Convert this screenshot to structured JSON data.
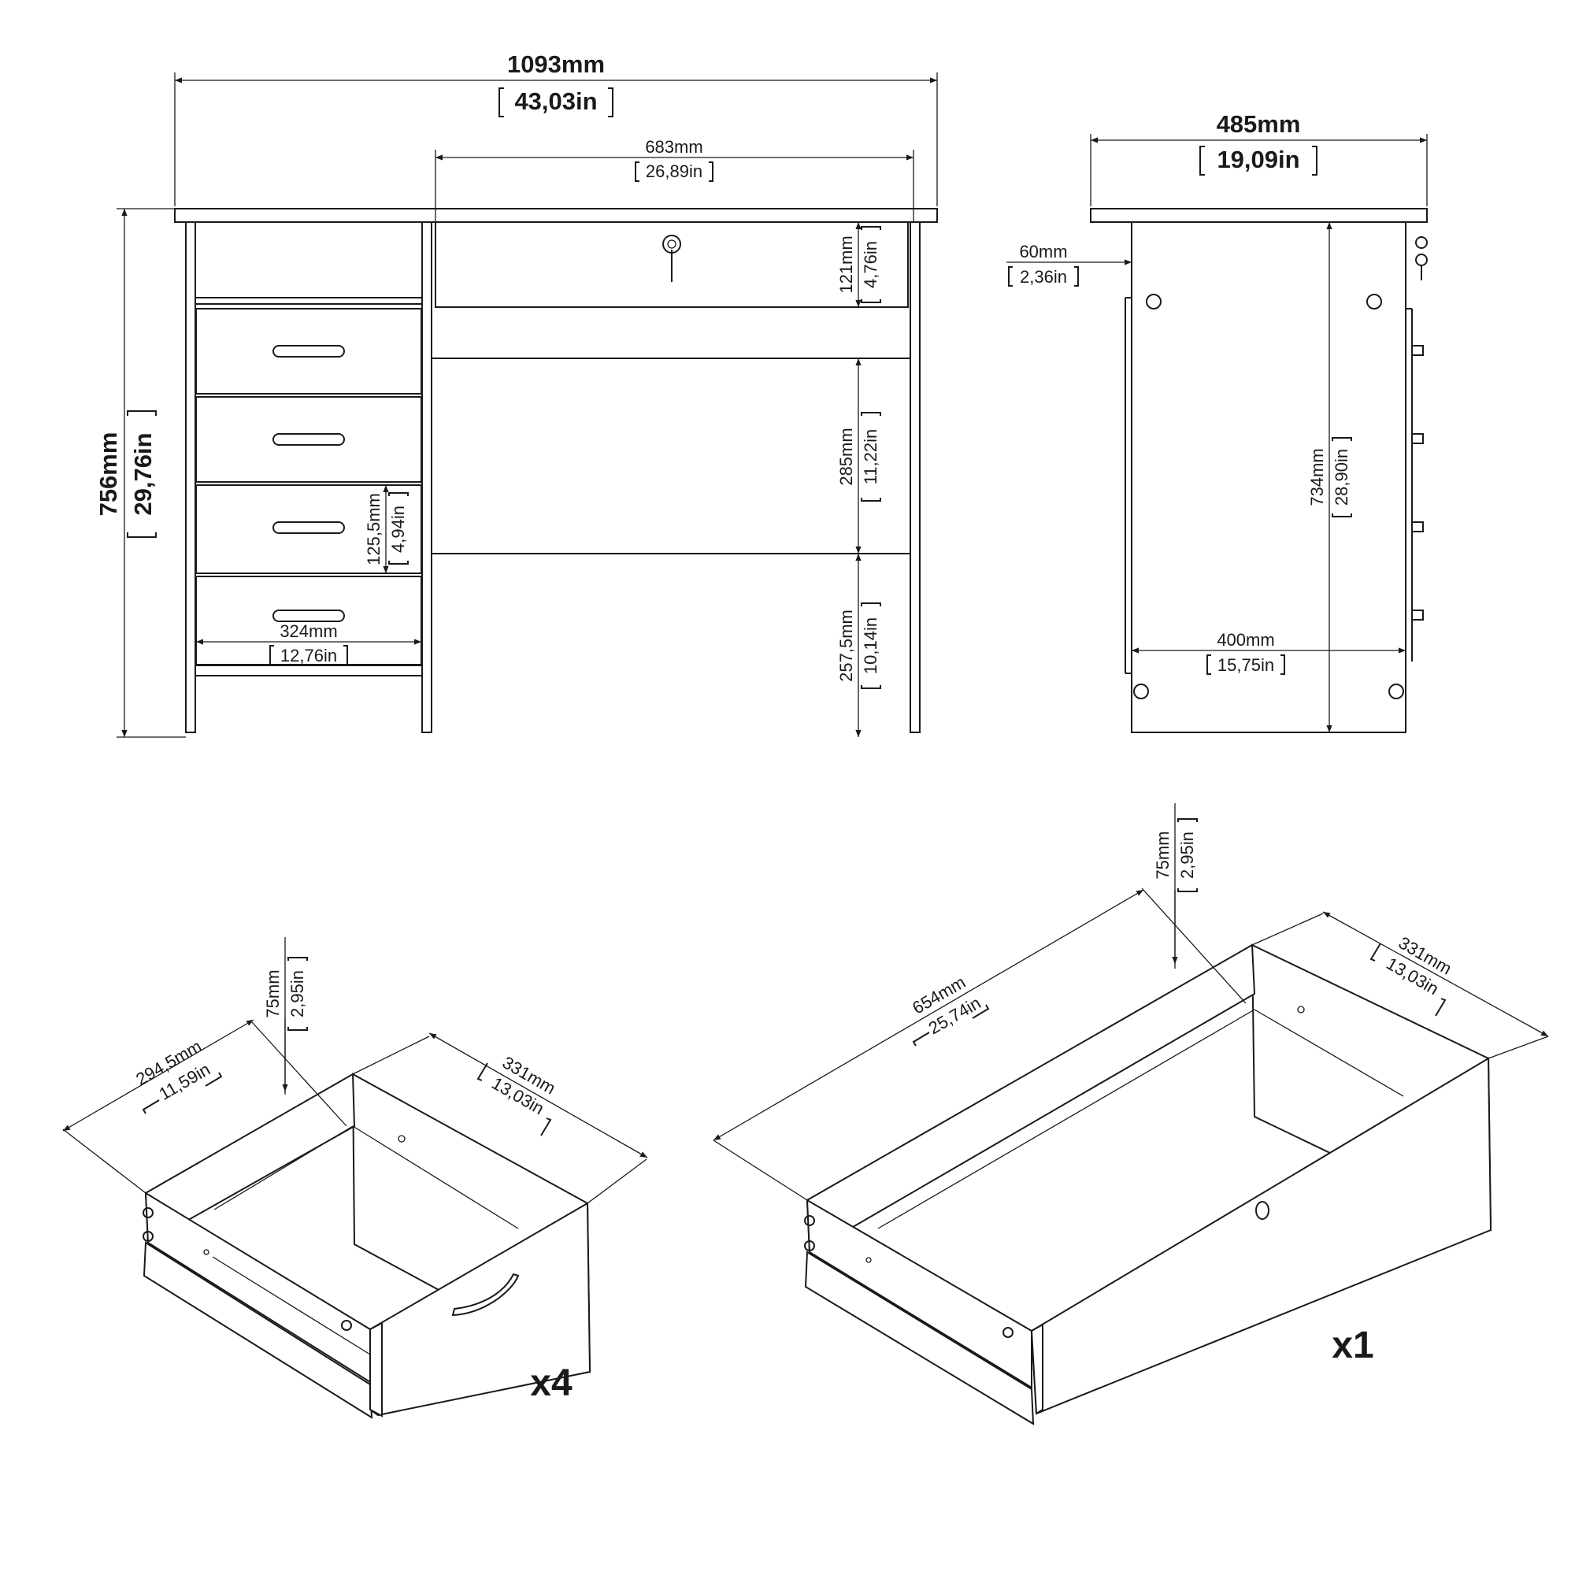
{
  "front_view": {
    "overall_width": {
      "mm": "1093mm",
      "in": "43,03in"
    },
    "drawer_width": {
      "mm": "683mm",
      "in": "26,89in"
    },
    "overall_height": {
      "mm": "756mm",
      "in": "29,76in"
    },
    "top_drawer_height": {
      "mm": "121mm",
      "in": "4,76in"
    },
    "knee_opening": {
      "mm": "285mm",
      "in": "11,22in"
    },
    "floor_clearance": {
      "mm": "257,5mm",
      "in": "10,14in"
    },
    "side_drawer_height": {
      "mm": "125,5mm",
      "in": "4,94in"
    },
    "side_drawer_width": {
      "mm": "324mm",
      "in": "12,76in"
    }
  },
  "side_view": {
    "depth": {
      "mm": "485mm",
      "in": "19,09in"
    },
    "top_overhang": {
      "mm": "60mm",
      "in": "2,36in"
    },
    "side_height": {
      "mm": "734mm",
      "in": "28,90in"
    },
    "inner_depth": {
      "mm": "400mm",
      "in": "15,75in"
    }
  },
  "small_drawer": {
    "height": {
      "mm": "75mm",
      "in": "2,95in"
    },
    "width": {
      "mm": "294,5mm",
      "in": "11,59in"
    },
    "depth": {
      "mm": "331mm",
      "in": "13,03in"
    },
    "quantity": "x4"
  },
  "large_drawer": {
    "height": {
      "mm": "75mm",
      "in": "2,95in"
    },
    "width": {
      "mm": "654mm",
      "in": "25,74in"
    },
    "depth": {
      "mm": "331mm",
      "in": "13,03in"
    },
    "quantity": "x1"
  }
}
